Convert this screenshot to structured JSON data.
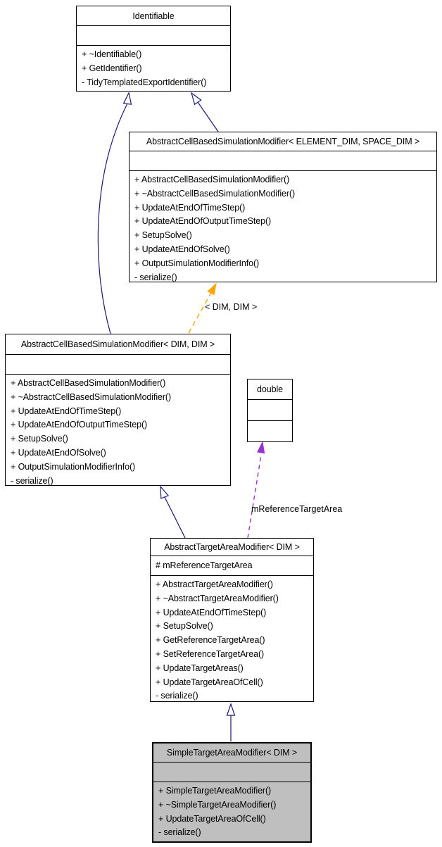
{
  "diagram": {
    "type": "uml-class-inheritance",
    "colors": {
      "inheritance_edge": "#191970",
      "template_edge": "#ffa500",
      "usage_edge": "#9a32cd",
      "box_fill": "#ffffff",
      "highlight_fill": "#bfbfbf",
      "border": "#000000"
    },
    "classes": [
      {
        "title": "Identifiable",
        "attributes": [],
        "methods": [
          "+ ~Identifiable()",
          "+ GetIdentifier()",
          "- TidyTemplatedExportIdentifier()"
        ]
      },
      {
        "title": "AbstractCellBasedSimulationModifier< ELEMENT_DIM, SPACE_DIM >",
        "attributes": [],
        "methods": [
          "+ AbstractCellBasedSimulationModifier()",
          "+ ~AbstractCellBasedSimulationModifier()",
          "+ UpdateAtEndOfTimeStep()",
          "+ UpdateAtEndOfOutputTimeStep()",
          "+ SetupSolve()",
          "+ UpdateAtEndOfSolve()",
          "+ OutputSimulationModifierInfo()",
          "- serialize()"
        ]
      },
      {
        "title": "AbstractCellBasedSimulationModifier< DIM, DIM >",
        "attributes": [],
        "methods": [
          "+ AbstractCellBasedSimulationModifier()",
          "+ ~AbstractCellBasedSimulationModifier()",
          "+ UpdateAtEndOfTimeStep()",
          "+ UpdateAtEndOfOutputTimeStep()",
          "+ SetupSolve()",
          "+ UpdateAtEndOfSolve()",
          "+ OutputSimulationModifierInfo()",
          "- serialize()"
        ]
      },
      {
        "title": "double",
        "attributes": [],
        "methods": []
      },
      {
        "title": "AbstractTargetAreaModifier< DIM >",
        "attributes": [
          "# mReferenceTargetArea"
        ],
        "methods": [
          "+ AbstractTargetAreaModifier()",
          "+ ~AbstractTargetAreaModifier()",
          "+ UpdateAtEndOfTimeStep()",
          "+ SetupSolve()",
          "+ GetReferenceTargetArea()",
          "+ SetReferenceTargetArea()",
          "+ UpdateTargetAreas()",
          "+ UpdateTargetAreaOfCell()",
          "- serialize()"
        ]
      },
      {
        "title": "SimpleTargetAreaModifier< DIM >",
        "attributes": [],
        "methods": [
          "+ SimpleTargetAreaModifier()",
          "+ ~SimpleTargetAreaModifier()",
          "+ UpdateTargetAreaOfCell()",
          "- serialize()"
        ]
      }
    ],
    "edge_labels": {
      "template_args": "< DIM, DIM >",
      "usage_member": "mReferenceTargetArea"
    }
  }
}
